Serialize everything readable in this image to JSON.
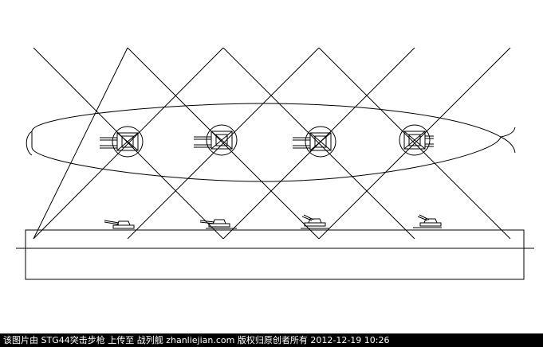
{
  "footer": {
    "caption": "该图片由 STG44突击步枪 上传至 战列舰 zhanliejian.com 版权归原创者所有 2012-12-19 10:26"
  },
  "diagram": {
    "stroke_color": "#000000",
    "background": "#ffffff",
    "turret_count": 4,
    "side_view_gun_count": 4
  }
}
